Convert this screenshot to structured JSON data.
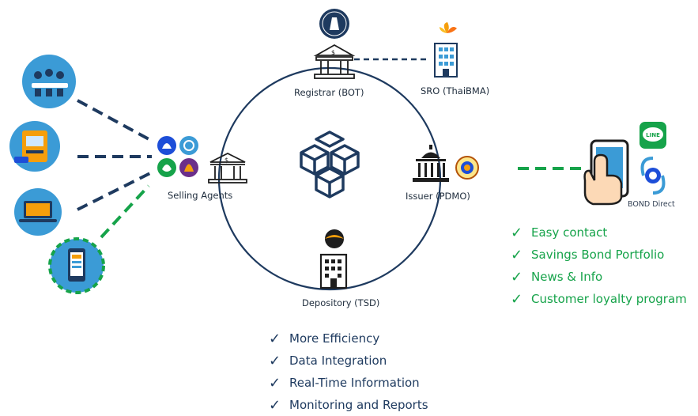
{
  "nodes": {
    "registrar": "Registrar (BOT)",
    "sro": "SRO (ThaiBMA)",
    "selling_agents": "Selling Agents",
    "issuer": "Issuer (PDMO)",
    "depository": "Depository (TSD)"
  },
  "app": {
    "name": "BOND Direct",
    "line_badge": "LINE"
  },
  "benefits": [
    "Easy contact",
    "Savings Bond Portfolio",
    "News & Info",
    "Customer loyalty program"
  ],
  "features": [
    "More Efficiency",
    "Data Integration",
    "Real-Time Information",
    "Monitoring and Reports"
  ],
  "colors": {
    "navy": "#1e3a5f",
    "green": "#16a34a",
    "light_blue": "#3b9bd6",
    "orange": "#f59e0b"
  }
}
